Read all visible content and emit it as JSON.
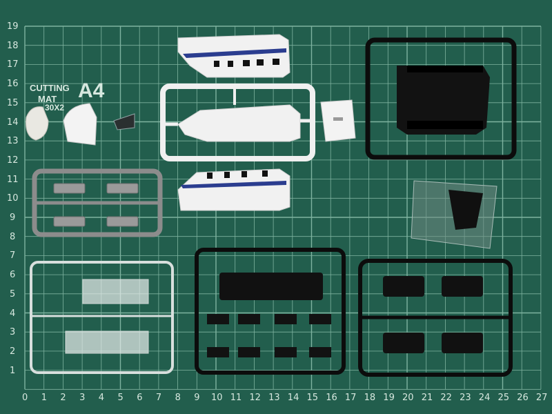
{
  "mat": {
    "brand_line1": "CUTTING",
    "brand_line2": "MAT",
    "size_label": "A4",
    "dimension_partial": "30X2",
    "x_ticks": [
      "0",
      "1",
      "2",
      "3",
      "4",
      "5",
      "6",
      "7",
      "8",
      "9",
      "10",
      "11",
      "12",
      "13",
      "14",
      "15",
      "16",
      "17",
      "18",
      "19",
      "20",
      "21",
      "22",
      "23",
      "24",
      "25",
      "26",
      "27"
    ],
    "y_ticks": [
      "19",
      "18",
      "17",
      "16",
      "15",
      "14",
      "13",
      "12",
      "11",
      "10",
      "9",
      "8",
      "7",
      "6",
      "5",
      "4",
      "3",
      "2",
      "1"
    ]
  },
  "colors": {
    "mat": "#225e4d",
    "grid": "#7fb3a0",
    "white_parts": "#f2f2f2",
    "gray_sprue": "#8c8c8c",
    "black_sprue": "#0c0c0c",
    "clear_sprue": "#cfd8d6",
    "blue_stripe": "#2b3d8f"
  }
}
